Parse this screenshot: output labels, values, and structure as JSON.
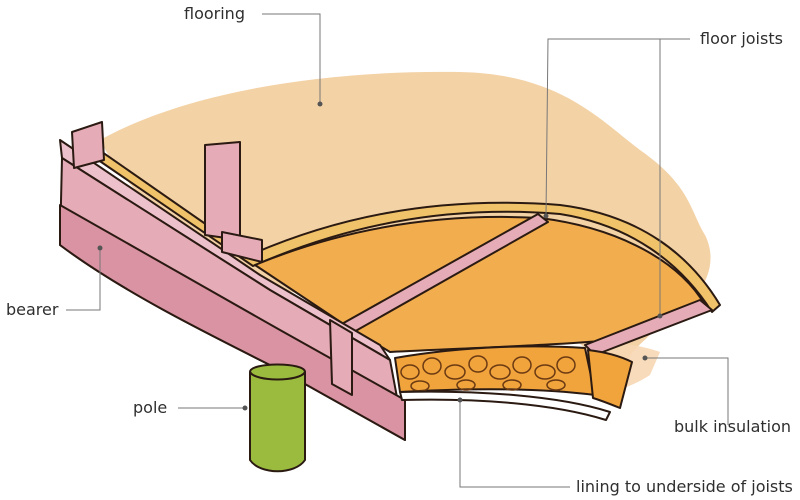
{
  "labels": {
    "flooring": "flooring",
    "floor_joists": "floor joists",
    "bearer": "bearer",
    "pole": "pole",
    "bulk_insulation": "bulk insulation",
    "lining": "lining to underside of joists"
  },
  "colors": {
    "flooring_tint": "#F3D2A6",
    "insulation_panel": "#F2AE4E",
    "timber_pink": "#E5ACB8",
    "pole_green": "#9ABB3E",
    "insulation_roll": "#F1A33C",
    "leader_line": "#777777"
  }
}
